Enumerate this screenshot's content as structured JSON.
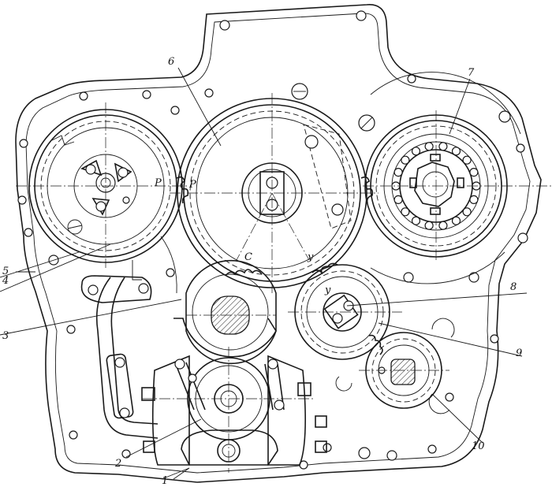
{
  "callouts": [
    {
      "id": "1",
      "text": "1"
    },
    {
      "id": "2",
      "text": "2"
    },
    {
      "id": "3",
      "text": "3"
    },
    {
      "id": "4",
      "text": "4"
    },
    {
      "id": "5",
      "text": "5"
    },
    {
      "id": "6",
      "text": "6"
    },
    {
      "id": "7",
      "text": "7"
    },
    {
      "id": "8",
      "text": "8"
    },
    {
      "id": "9",
      "text": "9"
    },
    {
      "id": "10",
      "text": "10"
    }
  ],
  "gear_marks": {
    "left_r1": "P",
    "left_r2": "P",
    "center_c": "C",
    "center_y": "y",
    "idler_y": "y"
  }
}
